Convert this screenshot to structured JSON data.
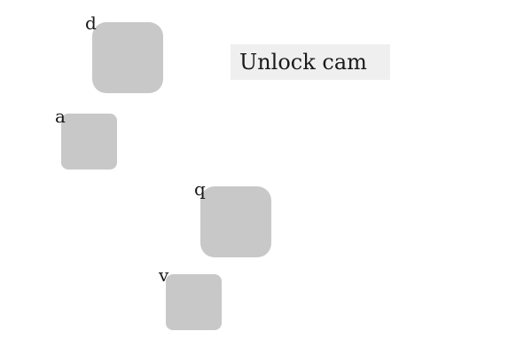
{
  "button": {
    "label": "Unlock cam"
  },
  "tiles": [
    {
      "key": "d",
      "label": "d"
    },
    {
      "key": "a",
      "label": "a"
    },
    {
      "key": "q",
      "label": "q"
    },
    {
      "key": "v",
      "label": "v"
    }
  ],
  "colors": {
    "tile": "#c8c8c8",
    "button_background": "#efefef",
    "text": "#1a1a1a"
  }
}
